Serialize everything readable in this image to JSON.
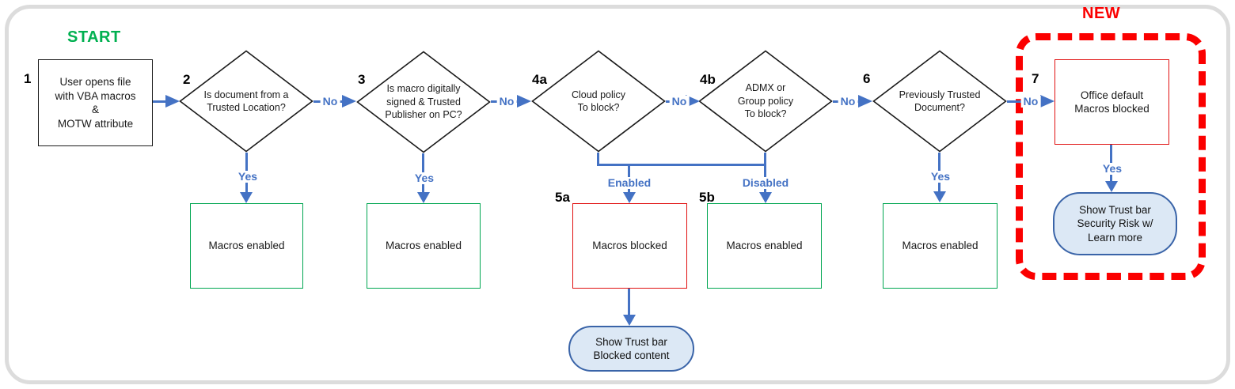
{
  "colors": {
    "arrow-blue": "#4472C4",
    "green": "#00A651",
    "red-box": "#E01111",
    "red-dash": "#FB0000",
    "start-green": "#00B050",
    "pill-fill": "#DCE8F5",
    "pill-border": "#3A64A8",
    "frame-gray": "#DCDCDC",
    "ink": "#1A1A1A"
  },
  "titles": {
    "start": "START",
    "new": "NEW"
  },
  "nodes": {
    "step1": {
      "number": "1",
      "text": "User opens file\nwith VBA macros\n&\nMOTW attribute"
    },
    "d2": {
      "number": "2",
      "text": "Is document from a\nTrusted Location?"
    },
    "d3": {
      "number": "3",
      "text": "Is macro digitally\nsigned & Trusted\nPublisher on PC?"
    },
    "d4a": {
      "number": "4a",
      "text": "Cloud policy\nTo block?"
    },
    "d4b": {
      "number": "4b",
      "text": "ADMX or\nGroup policy\nTo block?"
    },
    "d6": {
      "number": "6",
      "text": "Previously Trusted\nDocument?"
    },
    "step7": {
      "number": "7",
      "text": "Office default\nMacros blocked"
    },
    "enabled_d2": {
      "text": "Macros enabled"
    },
    "enabled_d3": {
      "text": "Macros enabled"
    },
    "blocked_5a": {
      "number": "5a",
      "text": "Macros blocked"
    },
    "enabled_5b": {
      "number": "5b",
      "text": "Macros enabled"
    },
    "enabled_d6": {
      "text": "Macros enabled"
    },
    "pill_blocked": {
      "text": "Show Trust bar\nBlocked content"
    },
    "pill_risk": {
      "text": "Show Trust bar\nSecurity Risk w/\nLearn more"
    }
  },
  "edges": {
    "no_d2": "No",
    "no_d3": "No",
    "no_d4a": "No",
    "no_d4b": "No",
    "no_d6": "No",
    "yes_d2": "Yes",
    "yes_d3": "Yes",
    "yes_d6": "Yes",
    "yes_step7": "Yes",
    "enabled": "Enabled",
    "disabled": "Disabled"
  }
}
